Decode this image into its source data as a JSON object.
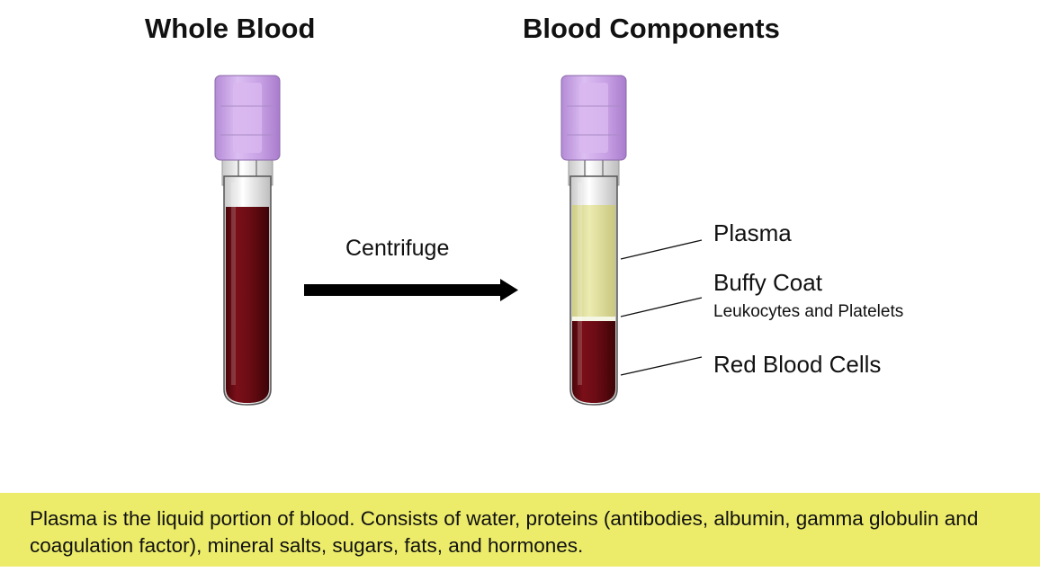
{
  "headings": {
    "left": "Whole Blood",
    "right": "Blood Components"
  },
  "process_label": "Centrifuge",
  "labels": {
    "plasma": "Plasma",
    "buffy_coat": "Buffy Coat",
    "buffy_coat_sub": "Leukocytes and Platelets",
    "red_blood_cells": "Red Blood Cells"
  },
  "caption": "Plasma is the liquid portion of blood. Consists of water, proteins (antibodies, albumin, gamma globulin and coagulation factor), mineral salts, sugars, fats, and hormones.",
  "colors": {
    "cap": "#c9a0e6",
    "blood": "#6b0c14",
    "plasma": "#e8e7a8",
    "buffy": "#f4f4e2",
    "caption_bg": "#ecec6a"
  }
}
